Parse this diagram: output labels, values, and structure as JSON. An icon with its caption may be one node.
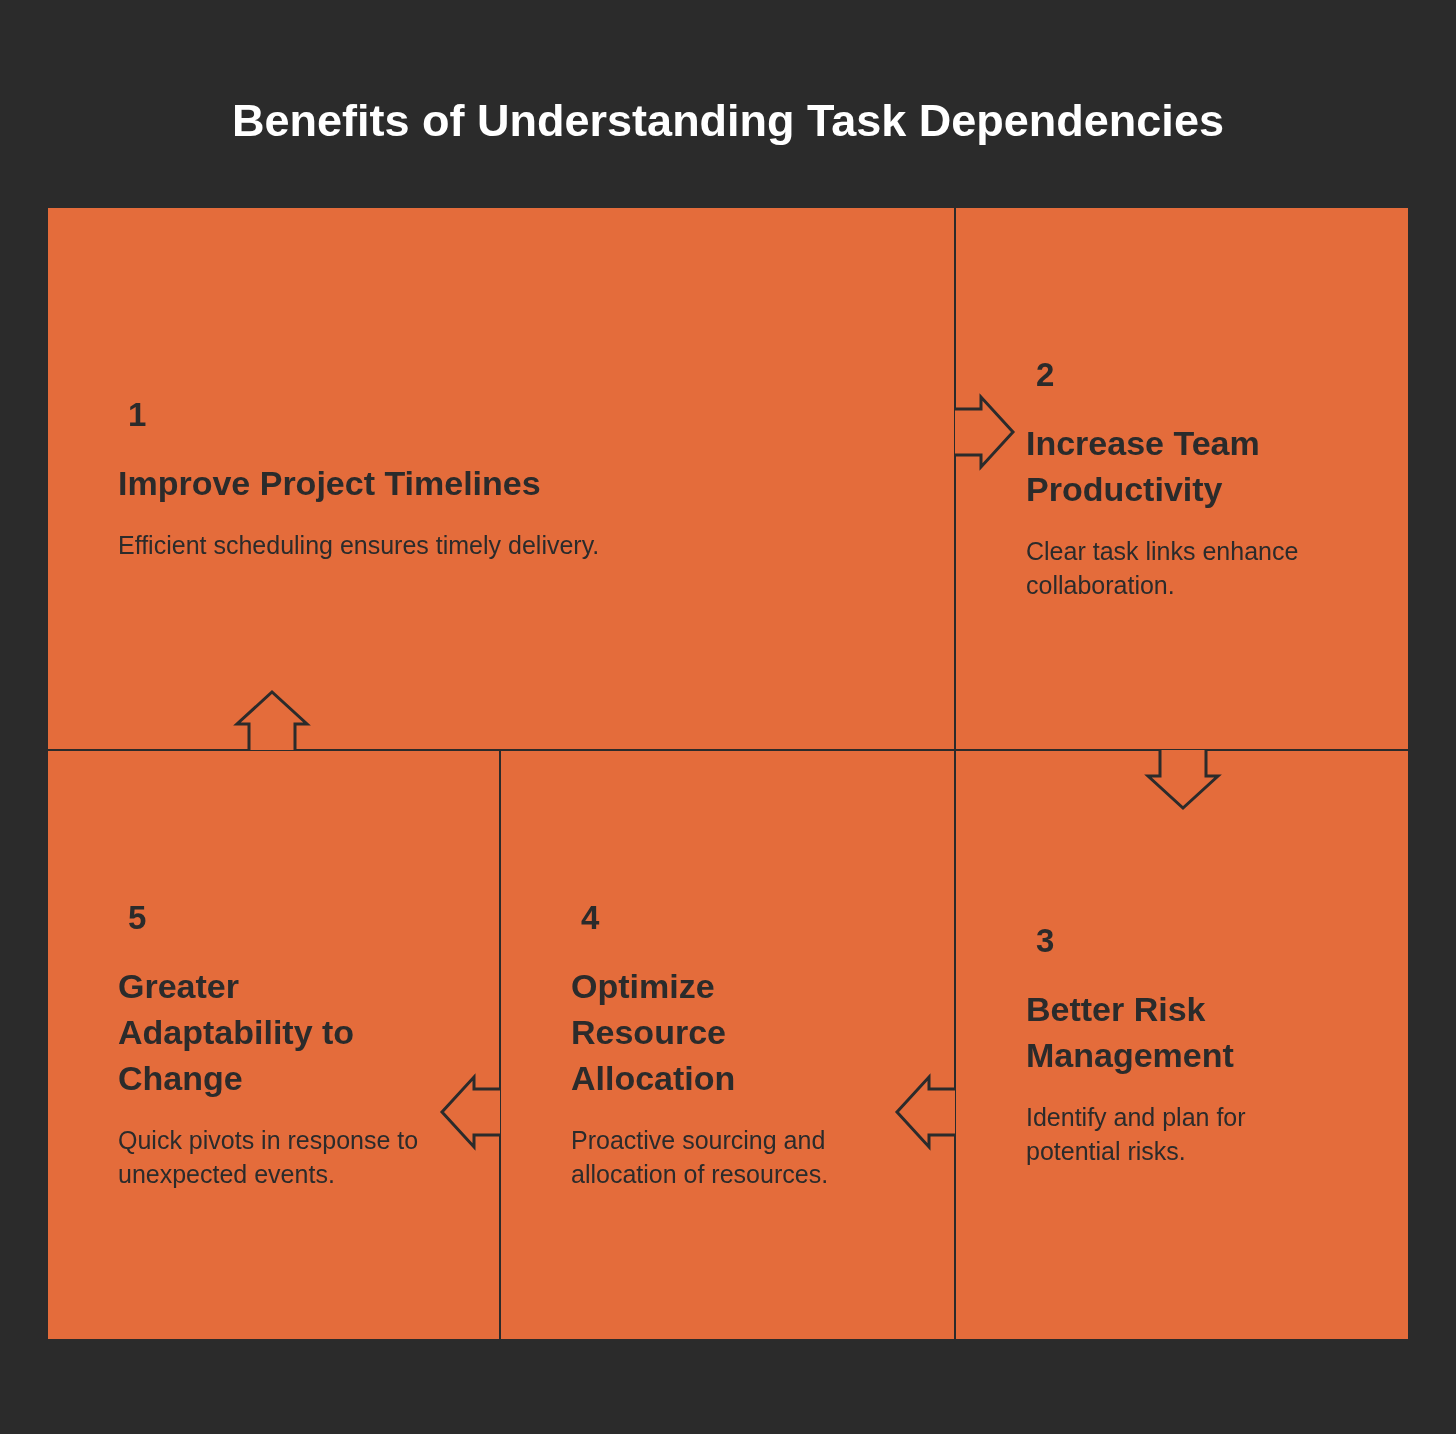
{
  "diagram": {
    "title": "Benefits of Understanding Task Dependencies",
    "nodes": [
      {
        "text": [
          "1",
          "Improve Project Timelines",
          "Efficient scheduling ensures timely delivery."
        ]
      },
      {
        "text": [
          "2",
          "Increase Team Productivity",
          "Clear task links enhance collaboration."
        ]
      },
      {
        "text": [
          "3",
          "Better Risk Management",
          "Identify and plan for potential risks."
        ]
      },
      {
        "text": [
          "4",
          "Optimize Resource Allocation",
          "Proactive sourcing and allocation of resources."
        ]
      },
      {
        "text": [
          "5",
          "Greater Adaptability to Change",
          "Quick pivots in response to unexpected events."
        ]
      }
    ],
    "edges": [
      {
        "from": 0,
        "to": 1,
        "arrow": "to"
      },
      {
        "from": 1,
        "to": 2,
        "arrow": "to"
      },
      {
        "from": 2,
        "to": 3,
        "arrow": "to"
      },
      {
        "from": 3,
        "to": 4,
        "arrow": "to"
      },
      {
        "from": 4,
        "to": 0,
        "arrow": "to"
      }
    ]
  }
}
